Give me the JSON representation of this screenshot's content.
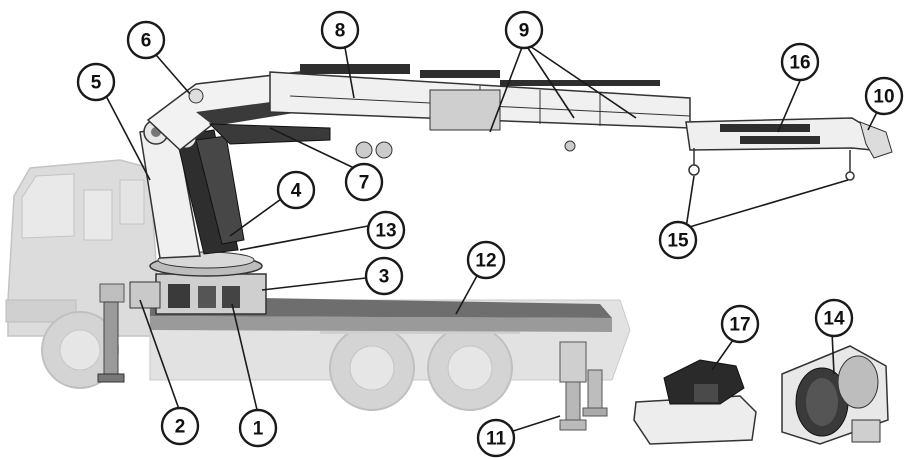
{
  "colors": {
    "truck": "#d8d8d8",
    "truck_edge": "#bdbdbd",
    "boom": "#efefef",
    "boom_edge": "#3a3a3a",
    "cylinder": "#2b2b2b",
    "bed": "#8e8e8e",
    "callout_stroke": "#1a1a1a"
  },
  "callouts": [
    {
      "label": "1"
    },
    {
      "label": "2"
    },
    {
      "label": "3"
    },
    {
      "label": "4"
    },
    {
      "label": "5"
    },
    {
      "label": "6"
    },
    {
      "label": "7"
    },
    {
      "label": "8"
    },
    {
      "label": "9"
    },
    {
      "label": "10"
    },
    {
      "label": "11"
    },
    {
      "label": "12"
    },
    {
      "label": "13"
    },
    {
      "label": "14"
    },
    {
      "label": "15"
    },
    {
      "label": "16"
    },
    {
      "label": "17"
    }
  ]
}
